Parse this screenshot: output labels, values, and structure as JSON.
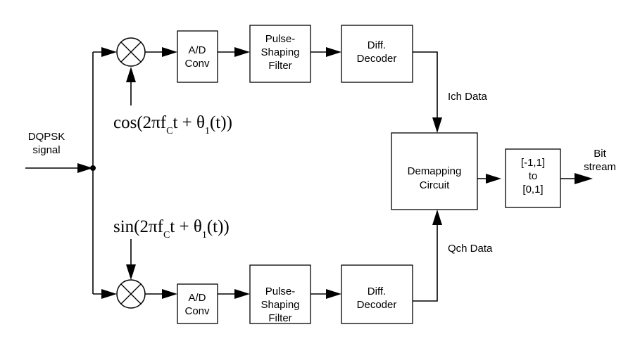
{
  "input": {
    "line1": "DQPSK",
    "line2": "signal"
  },
  "i_branch": {
    "mixer_label": "cos(2πf",
    "ad_line1": "A/D",
    "ad_line2": "Conv",
    "psf_line1": "Pulse-",
    "psf_line2": "Shaping",
    "psf_line3": "Filter",
    "dec_line1": "Diff.",
    "dec_line2": "Decoder",
    "data_label": "Ich Data"
  },
  "q_branch": {
    "mixer_label": "sin(2πf",
    "ad_line1": "A/D",
    "ad_line2": "Conv",
    "psf_line1": "Pulse-",
    "psf_line2": "Shaping",
    "psf_line3": "Filter",
    "dec_line1": "Diff.",
    "dec_line2": "Decoder",
    "data_label": "Qch Data"
  },
  "osc_common": {
    "sub_c": "C",
    "mid": "t + θ",
    "sub_1": "1",
    "end": "(t))"
  },
  "demap": {
    "line1": "Demapping",
    "line2": "Circuit"
  },
  "convert": {
    "line1": "[-1,1]",
    "line2": "to",
    "line3": "[0,1]"
  },
  "output": {
    "line1": "Bit",
    "line2": "stream"
  }
}
